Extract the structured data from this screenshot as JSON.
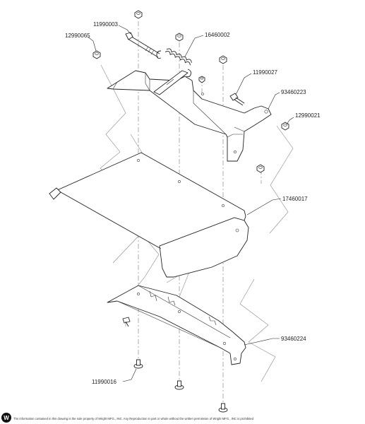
{
  "diagram": {
    "callouts": [
      {
        "id": "c1",
        "text": "11990003"
      },
      {
        "id": "c2",
        "text": "16460002"
      },
      {
        "id": "c3",
        "text": "12990065"
      },
      {
        "id": "c4",
        "text": "11990027"
      },
      {
        "id": "c5",
        "text": "93460223"
      },
      {
        "id": "c6",
        "text": "12990021"
      },
      {
        "id": "c7",
        "text": "17460017"
      },
      {
        "id": "c8",
        "text": "93460224"
      },
      {
        "id": "c9",
        "text": "11990016"
      }
    ],
    "footer": {
      "logo_letter": "W",
      "notice": "The information contained in this drawing is the sole property of Wright MFG., INC. Any Reproduction in part or whole without the written permission of Wright MFG., INC is prohibited"
    }
  }
}
